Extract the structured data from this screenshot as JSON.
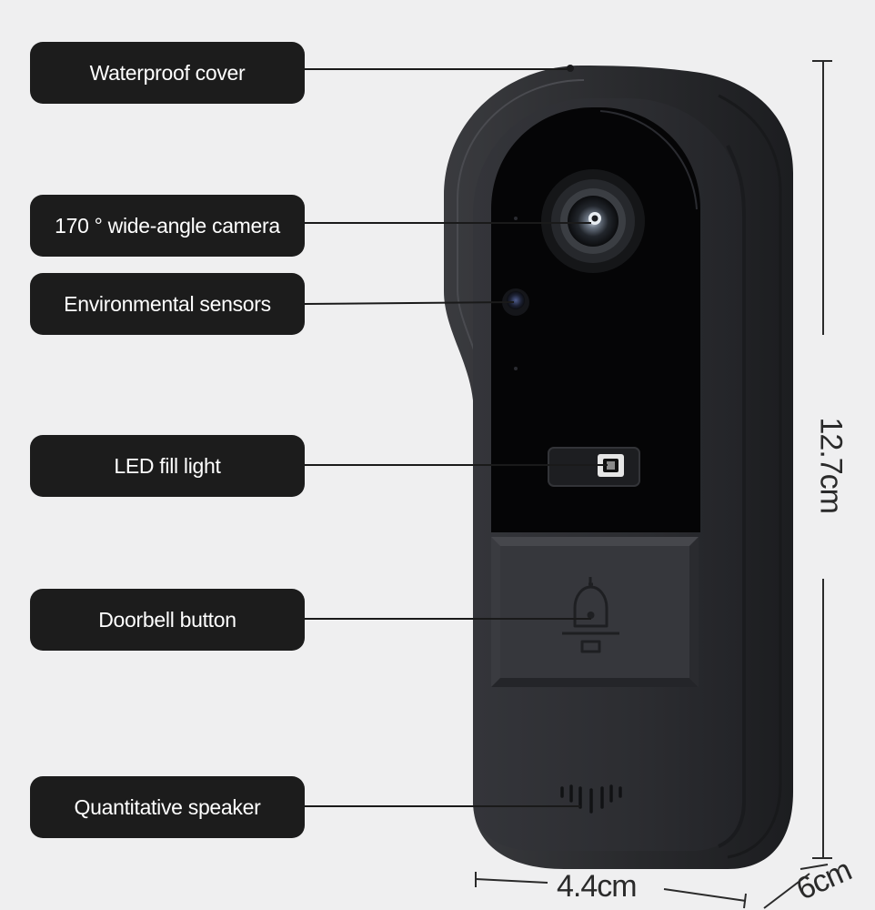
{
  "labels": {
    "waterproof_cover": "Waterproof cover",
    "camera": "170 ° wide-angle camera",
    "environmental_sensors": "Environmental sensors",
    "led_fill_light": "LED fill light",
    "doorbell_button": "Doorbell button",
    "speaker": "Quantitative speaker"
  },
  "dimensions": {
    "height": "12.7cm",
    "width": "4.4cm",
    "depth": "6cm"
  },
  "colors": {
    "background": "#efeff0",
    "label_bg": "#1c1c1c",
    "label_text": "#ffffff",
    "device_body": "#2b2c2f",
    "device_face": "#050506"
  },
  "icons": {
    "bell": "bell-icon"
  }
}
